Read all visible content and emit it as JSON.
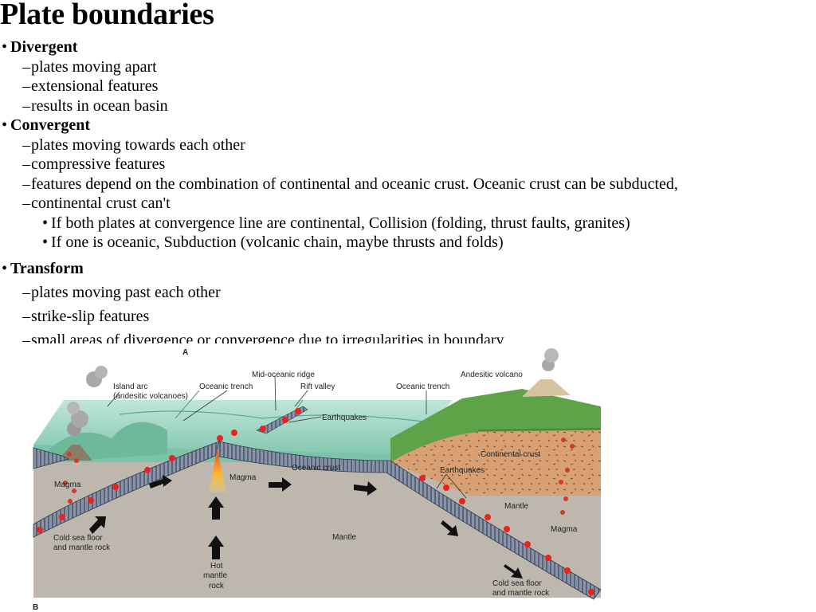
{
  "title": "Plate boundaries",
  "sections": [
    {
      "heading": "Divergent",
      "items": [
        "plates moving apart",
        "extensional features",
        "results in ocean basin"
      ]
    },
    {
      "heading": "Convergent",
      "items": [
        "plates moving towards each other",
        "compressive features",
        "features depend on the combination of continental and oceanic crust. Oceanic crust can be subducted,",
        "continental crust can't"
      ],
      "subitems": [
        "If both plates at convergence line are continental, Collision (folding, thrust faults, granites)",
        "If one is oceanic, Subduction (volcanic chain, maybe thrusts and folds)"
      ]
    },
    {
      "heading": "Transform",
      "items": [
        "plates moving past each other",
        "strike-slip features",
        "small areas of divergence or convergence due to irregularities in boundary"
      ]
    }
  ],
  "diagram": {
    "panel_a": "A",
    "panel_b": "B",
    "labels": {
      "island_arc_1": "Island arc",
      "island_arc_2": "(andesitic volcanoes)",
      "oceanic_trench_left": "Oceanic trench",
      "mid_oceanic_ridge": "Mid-oceanic ridge",
      "rift_valley": "Rift valley",
      "oceanic_trench_right": "Oceanic trench",
      "andesitic_volcano": "Andesitic volcano",
      "earthquakes_top": "Earthquakes",
      "continental_crust": "Continental crust",
      "earthquakes_mid": "Earthquakes",
      "oceanic_crust": "Oceanic crust",
      "magma_left": "Magma",
      "magma_center": "Magma",
      "mantle_right": "Mantle",
      "magma_right": "Magma",
      "mantle_center": "Mantle",
      "cold_left_1": "Cold sea floor",
      "cold_left_2": "and mantle rock",
      "hot_1": "Hot",
      "hot_2": "mantle",
      "hot_3": "rock",
      "cold_right_1": "Cold sea floor",
      "cold_right_2": "and mantle rock"
    }
  },
  "colors": {
    "ocean": "#8ccdb8",
    "mantle": "#bdb7ae",
    "continental_crust": "#d9a173",
    "slab": "#8a94a8",
    "land": "#5fa348",
    "earthquake": "#e8241c"
  }
}
